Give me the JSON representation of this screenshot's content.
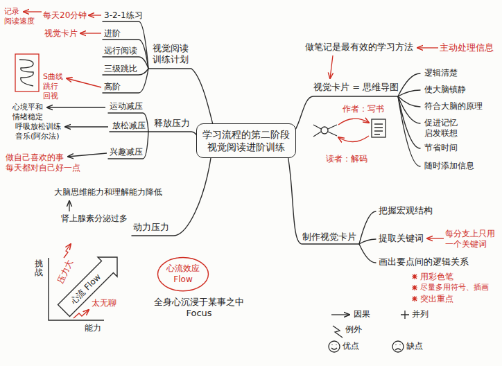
{
  "diagram": {
    "nodes": [
      {
        "text": [
          "学习流程的第二阶段 视觉阅读进阶训练"
        ]
      },
      {
        "text": [
          "心流效应 Flow"
        ]
      }
    ],
    "labels": [
      "记录 阅读速度",
      "每天20分钟",
      "3-2-1练习",
      "视觉卡片",
      "进阶",
      "远行阅读",
      "视觉阅读 训练计划",
      "三级跳比",
      "S曲线 跳行 回视",
      "高阶",
      "做笔记是最有效的学习方法",
      "主动处理信息",
      "视觉卡片 = 思维导图",
      "逻辑清楚",
      "使大脑镇静",
      "符合大脑的原理",
      "作者：写书",
      "促进记忆 启发联想",
      "心境平和 情绪稳定",
      "运动减压",
      "释放压力",
      "呼吸放松训练 音乐(阿尔法)",
      "放松减压",
      "节省时间",
      "读者：解码",
      "随时添加信息",
      "兴趣减压",
      "做自己喜欢的事 每天都对自己好一点",
      "大脑思维能力和理解能力降低",
      "把握宏观结构",
      "肾上腺素分泌过多",
      "动力压力",
      "制作视觉卡片",
      "提取关键词",
      "每分支上只用 一个关键词",
      "画出要点间的逻辑关系",
      "挑战",
      "压力大",
      "心流 Flow",
      "用彩色笔",
      "尽量多用符号、插画",
      "太无聊",
      "全身心沉浸于某事之中 Focus",
      "突出重点",
      "能力"
    ],
    "legend": [
      {
        "text": "因果"
      },
      {
        "text": "并列"
      },
      {
        "text": "例外"
      },
      {
        "text": "优点"
      },
      {
        "text": "缺点"
      }
    ]
  }
}
